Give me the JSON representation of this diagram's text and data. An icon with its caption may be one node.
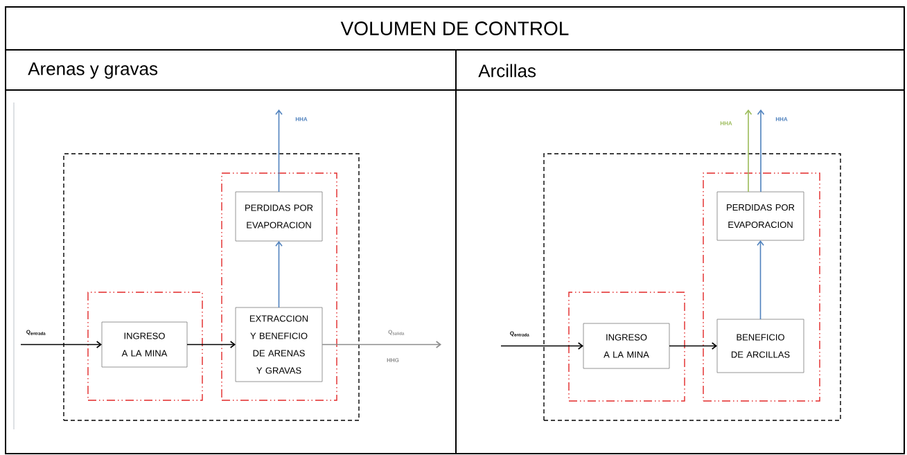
{
  "diagram": {
    "nodes": [
      {
        "text": [
          "VOLUMEN DE CONTROL"
        ]
      },
      {
        "text": [
          "Arenas y gravas"
        ]
      },
      {
        "text": [
          "Arcillas"
        ]
      },
      {
        "text": [],
        "shape": "box",
        "in": 1
      },
      {
        "text": [],
        "shape": "box",
        "in": 3
      },
      {
        "text": [],
        "shape": "box",
        "in": 3
      },
      {
        "text": [
          "INGRESO A LA MINA"
        ],
        "in": 4
      },
      {
        "text": [
          "EXTRACCION Y BENEFICIO DE ARENAS Y GRAVAS"
        ],
        "in": 5
      },
      {
        "text": [
          "PERDIDAS POR EVAPORACION"
        ],
        "in": 5
      },
      {
        "text": [],
        "shape": "box",
        "in": 2
      },
      {
        "text": [],
        "shape": "box",
        "in": 9
      },
      {
        "text": [],
        "shape": "box",
        "in": 9
      },
      {
        "text": [
          "INGRESO A LA MINA"
        ],
        "in": 10
      },
      {
        "text": [
          "BENEFICIO DE ARCILLAS"
        ],
        "in": 11
      },
      {
        "text": [
          "PERDIDAS POR EVAPORACION"
        ],
        "in": 11
      }
    ],
    "edges": [
      {
        "from": null,
        "to": 6,
        "arrow": "to",
        "label": "Q$_{entrada}$"
      },
      {
        "from": 6,
        "to": 7,
        "arrow": "to"
      },
      {
        "from": 7,
        "to": 8,
        "arrow": "to",
        "color": "#4f81bd"
      },
      {
        "from": 8,
        "to": null,
        "arrow": "to",
        "label": "HHA",
        "color": "#4f81bd"
      },
      {
        "from": 7,
        "to": null,
        "arrow": "to",
        "label": "Q$_{salida}$",
        "color": "#8c8c8c"
      },
      {
        "from": null,
        "to": 12,
        "arrow": "to",
        "label": "Q$_{entrada}$"
      },
      {
        "from": 12,
        "to": 13,
        "arrow": "to"
      },
      {
        "from": 13,
        "to": 14,
        "arrow": "to",
        "color": "#4f81bd"
      },
      {
        "from": 14,
        "to": null,
        "arrow": "to",
        "label": "HHA",
        "color": "#9bbb59"
      },
      {
        "from": 14,
        "to": null,
        "arrow": "to",
        "label": "HHA",
        "color": "#4f81bd"
      }
    ],
    "labels": [
      "HHG"
    ]
  }
}
